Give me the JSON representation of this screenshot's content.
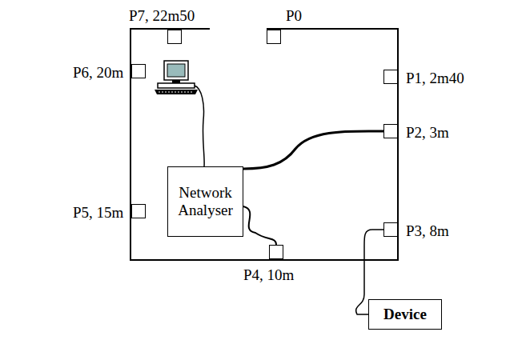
{
  "diagram": {
    "nodes": [
      {
        "text": [
          "P7, 22m50"
        ]
      },
      {
        "text": [
          "P0"
        ]
      },
      {
        "text": [
          "P1, 2m40"
        ]
      },
      {
        "text": [
          "P6, 20m"
        ]
      },
      {
        "text": [
          "Network Analyser"
        ]
      },
      {
        "text": [
          "P2, 3m"
        ]
      },
      {
        "text": [
          "P5, 15m"
        ]
      },
      {
        "text": [
          "P3, 8m"
        ]
      },
      {
        "text": [
          "P4, 10m"
        ]
      },
      {
        "text": [
          "Device"
        ]
      }
    ],
    "edges": [
      {
        "from": 4,
        "to": 5,
        "arrow": "none"
      },
      {
        "from": 4,
        "to": 8,
        "arrow": "none"
      },
      {
        "from": 7,
        "to": 9,
        "arrow": "none"
      }
    ]
  }
}
